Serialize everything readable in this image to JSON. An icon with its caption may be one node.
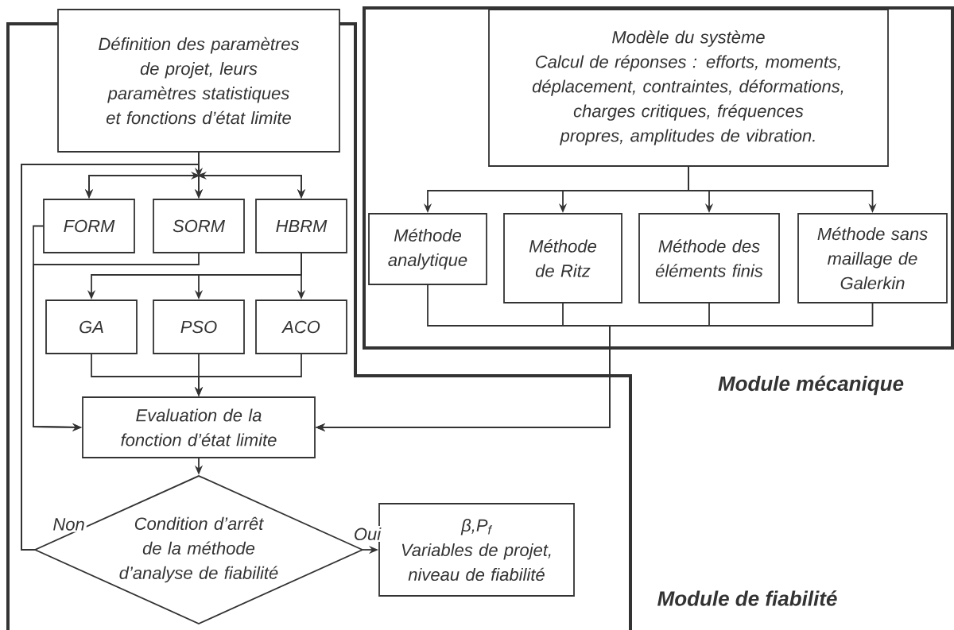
{
  "diagram": {
    "nodes": [
      {
        "text": [
          "Définition des paramètres de projet, leurs paramètres statistiques et fonctions d’état limite"
        ]
      },
      {
        "text": [
          "FORM"
        ]
      },
      {
        "text": [
          "SORM"
        ]
      },
      {
        "text": [
          "HBRM"
        ]
      },
      {
        "text": [
          "GA"
        ]
      },
      {
        "text": [
          "PSO"
        ]
      },
      {
        "text": [
          "ACO"
        ]
      },
      {
        "text": [
          "Evaluation de la fonction d’état limite"
        ]
      },
      {
        "text": [
          "Condition d’arrêt de la méthode d’analyse de fiabilité"
        ]
      },
      {
        "text": [
          "β,P$_{f}$",
          "Variables de projet, niveau de fiabilité"
        ]
      },
      {
        "text": [
          "Modèle du système",
          "Calcul de réponses : efforts, moments, déplacement, contraintes, déformations, charges critiques, fréquences propres, amplitudes de vibration."
        ]
      },
      {
        "text": [
          "Méthode analytique"
        ]
      },
      {
        "text": [
          "Méthode de Ritz"
        ]
      },
      {
        "text": [
          "Méthode des éléments finis"
        ]
      },
      {
        "text": [
          "Méthode sans maillage de Galerkin"
        ]
      }
    ],
    "edges": [
      {
        "from": 0,
        "to": 1,
        "arrow": "to"
      },
      {
        "from": 0,
        "to": 2,
        "arrow": "to"
      },
      {
        "from": 0,
        "to": 3,
        "arrow": "to"
      },
      {
        "from": 1,
        "to": 7,
        "arrow": "to"
      },
      {
        "from": 2,
        "to": 7,
        "arrow": "to"
      },
      {
        "from": 3,
        "to": 4,
        "arrow": "to"
      },
      {
        "from": 3,
        "to": 5,
        "arrow": "to"
      },
      {
        "from": 3,
        "to": 6,
        "arrow": "to"
      },
      {
        "from": 4,
        "to": 7,
        "arrow": "to"
      },
      {
        "from": 5,
        "to": 7,
        "arrow": "to"
      },
      {
        "from": 6,
        "to": 7,
        "arrow": "to"
      },
      {
        "from": 7,
        "to": 8,
        "arrow": "to"
      },
      {
        "from": 8,
        "to": 1,
        "arrow": "to",
        "label": "Non"
      },
      {
        "from": 8,
        "to": 2,
        "arrow": "to"
      },
      {
        "from": 8,
        "to": 3,
        "arrow": "to"
      },
      {
        "from": 8,
        "to": 9,
        "arrow": "to",
        "label": "Oui"
      },
      {
        "from": 10,
        "to": 11,
        "arrow": "to"
      },
      {
        "from": 10,
        "to": 12,
        "arrow": "to"
      },
      {
        "from": 10,
        "to": 13,
        "arrow": "to"
      },
      {
        "from": 10,
        "to": 14,
        "arrow": "to"
      },
      {
        "from": 11,
        "to": 7,
        "arrow": "to"
      },
      {
        "from": 12,
        "to": 7,
        "arrow": "to"
      },
      {
        "from": 13,
        "to": 7,
        "arrow": "to"
      },
      {
        "from": 14,
        "to": 7,
        "arrow": "to"
      }
    ],
    "labels": [
      "Module mécanique",
      "Module de fiabilité"
    ]
  }
}
